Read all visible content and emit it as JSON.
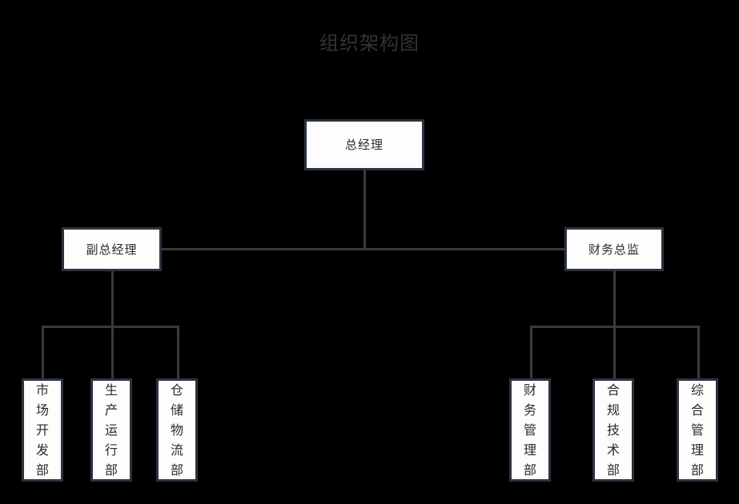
{
  "title": "组织架构图",
  "theme": {
    "background": "#000000",
    "box_fill": "#fdfdfd",
    "box_border": "#2a3440",
    "connector": "#3a3a3a",
    "title_color": "#333333",
    "label_color": "#2b2b2b"
  },
  "chart_data": {
    "type": "diagram",
    "diagram_kind": "organization-chart",
    "title": "组织架构图",
    "orientation": "top-down",
    "levels": 3,
    "nodes": [
      {
        "id": "gm",
        "label": "总经理",
        "level": 1,
        "parent": null
      },
      {
        "id": "deputy_gm",
        "label": "副总经理",
        "level": 2,
        "parent": "gm"
      },
      {
        "id": "cfo",
        "label": "财务总监",
        "level": 2,
        "parent": "gm"
      },
      {
        "id": "market",
        "label": "市场开发部",
        "level": 3,
        "parent": "deputy_gm"
      },
      {
        "id": "produce",
        "label": "生产运行部",
        "level": 3,
        "parent": "deputy_gm"
      },
      {
        "id": "logistics",
        "label": "仓储物流部",
        "level": 3,
        "parent": "deputy_gm"
      },
      {
        "id": "finance",
        "label": "财务管理部",
        "level": 3,
        "parent": "cfo"
      },
      {
        "id": "compliance",
        "label": "合规技术部",
        "level": 3,
        "parent": "cfo"
      },
      {
        "id": "general",
        "label": "综合管理部",
        "level": 3,
        "parent": "cfo"
      }
    ],
    "edges": [
      {
        "from": "gm",
        "to": "deputy_gm"
      },
      {
        "from": "gm",
        "to": "cfo"
      },
      {
        "from": "deputy_gm",
        "to": "market"
      },
      {
        "from": "deputy_gm",
        "to": "produce"
      },
      {
        "from": "deputy_gm",
        "to": "logistics"
      },
      {
        "from": "cfo",
        "to": "finance"
      },
      {
        "from": "cfo",
        "to": "compliance"
      },
      {
        "from": "cfo",
        "to": "general"
      }
    ]
  },
  "nodes": {
    "gm": {
      "label": "总经理"
    },
    "deputy_gm": {
      "label": "副总经理"
    },
    "cfo": {
      "label": "财务总监"
    },
    "market": {
      "label": "市场开发部"
    },
    "produce": {
      "label": "生产运行部"
    },
    "logistics": {
      "label": "仓储物流部"
    },
    "finance": {
      "label": "财务管理部"
    },
    "compliance": {
      "label": "合规技术部"
    },
    "general": {
      "label": "综合管理部"
    }
  }
}
